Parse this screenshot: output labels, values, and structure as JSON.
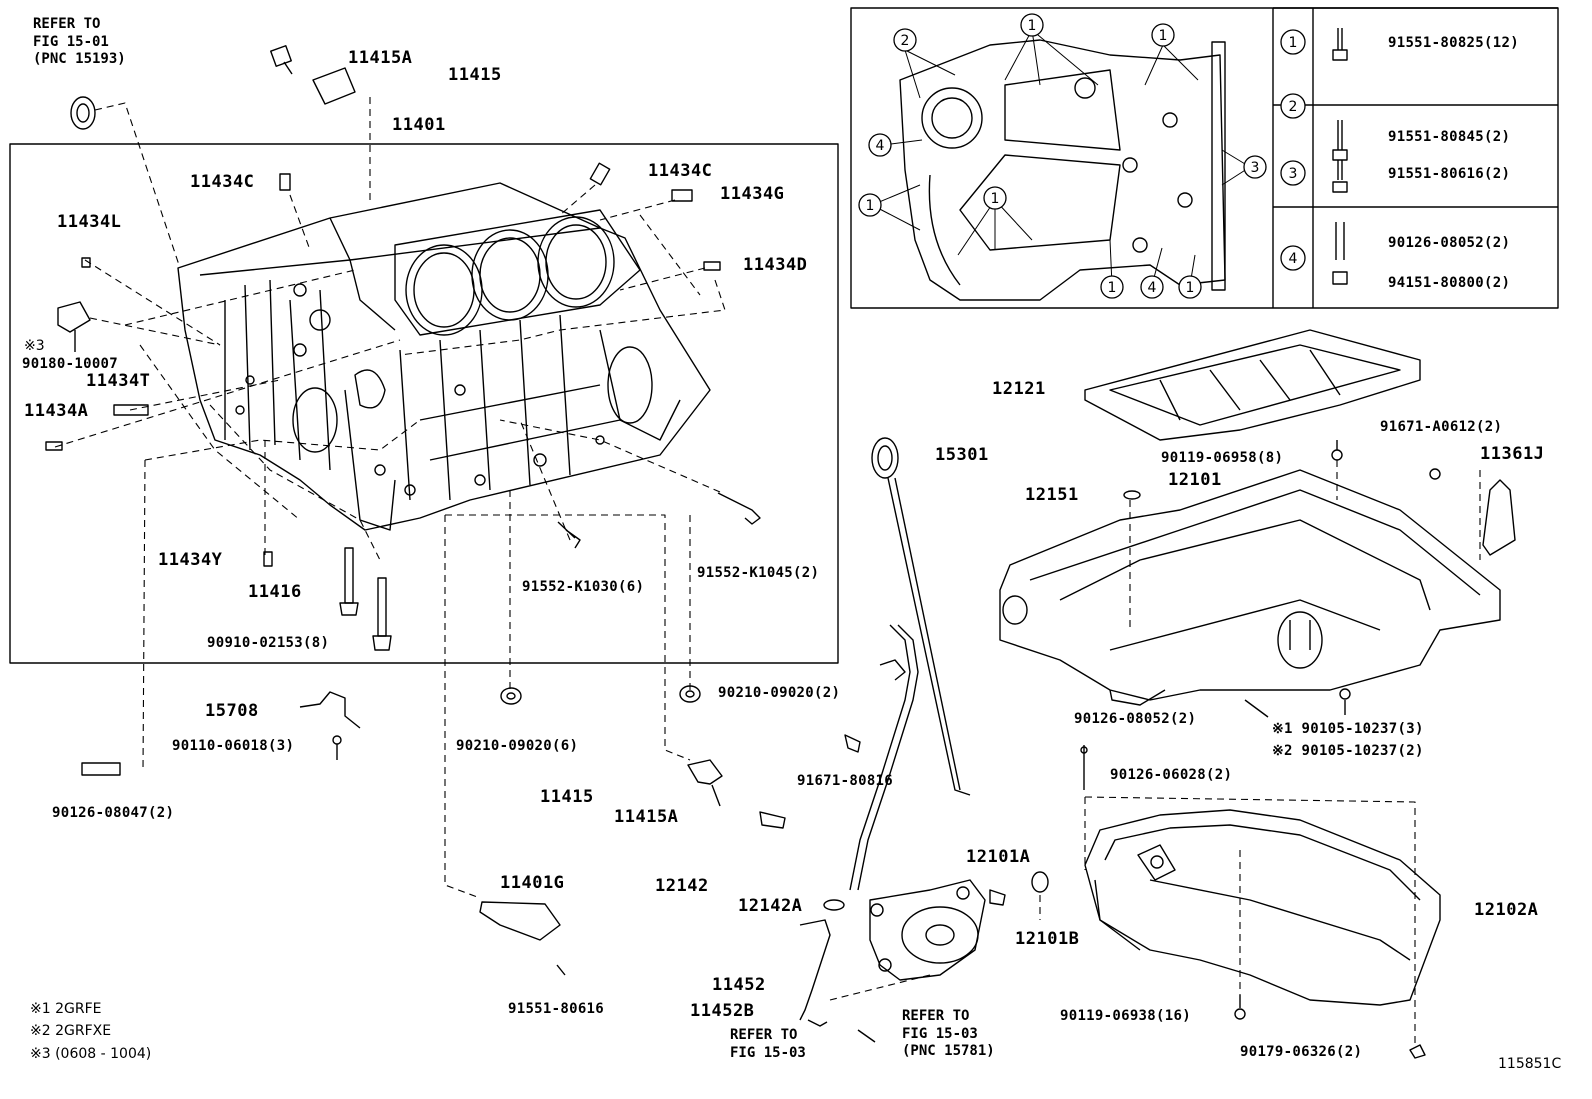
{
  "refs": {
    "ref_fig_15_01": "REFER TO\nFIG 15-01\n(PNC 15193)",
    "ref_fig_15_03_a": "REFER TO\nFIG 15-03",
    "ref_fig_15_03_b": "REFER TO\nFIG 15-03\n(PNC 15781)"
  },
  "labels": {
    "p11415A_top": "11415A",
    "p11415_top": "11415",
    "p11401": "11401",
    "p11434C_a": "11434C",
    "p11434C_b": "11434C",
    "p11434G": "11434G",
    "p11434L": "11434L",
    "p11434D": "11434D",
    "note3_marker": "※3",
    "p90180": "90180-10007",
    "p11434T": "11434T",
    "p11434A": "11434A",
    "p11434Y": "11434Y",
    "p11416": "11416",
    "p90910": "90910-02153(8)",
    "p91552_K1030": "91552-K1030(6)",
    "p91552_K1045": "91552-K1045(2)",
    "p15708": "15708",
    "p90110": "90110-06018(3)",
    "p90126_08047": "90126-08047(2)",
    "p90210_a": "90210-09020(6)",
    "p90210_b": "90210-09020(2)",
    "p11415_bot": "11415",
    "p11415A_bot": "11415A",
    "p11401G": "11401G",
    "p91551_80616": "91551-80616",
    "p91671_80816": "91671-80816",
    "p12142": "12142",
    "p12142A": "12142A",
    "p11452": "11452",
    "p11452B": "11452B",
    "p12101A": "12101A",
    "p12101B": "12101B",
    "p15301": "15301",
    "p12121": "12121",
    "p90119_06958": "90119-06958(8)",
    "p91671_A0612": "91671-A0612(2)",
    "p11361J": "11361J",
    "p12151": "12151",
    "p12101": "12101",
    "p90126_08052": "90126-08052(2)",
    "p90105_1": "※1 90105-10237(3)",
    "p90105_2": "※2 90105-10237(2)",
    "p90126_06028": "90126-06028(2)",
    "p12102A": "12102A",
    "p90119_06938": "90119-06938(16)",
    "p90179": "90179-06326(2)"
  },
  "bolt_table": [
    {
      "num": "1",
      "parts": [
        "91551-80825(12)"
      ]
    },
    {
      "num": "2",
      "parts": [
        "91551-80845(2)"
      ]
    },
    {
      "num": "3",
      "parts": [
        "91551-80616(2)"
      ]
    },
    {
      "num": "4",
      "parts": [
        "90126-08052(2)",
        "94151-80800(2)"
      ]
    }
  ],
  "inset_callouts": [
    "2",
    "1",
    "1",
    "1",
    "4",
    "1",
    "3",
    "1",
    "1",
    "4",
    "1"
  ],
  "notes": [
    "※1 2GRFE",
    "※2 2GRFXE",
    "※3 (0608 - 1004)"
  ],
  "illustration_id": "115851C"
}
